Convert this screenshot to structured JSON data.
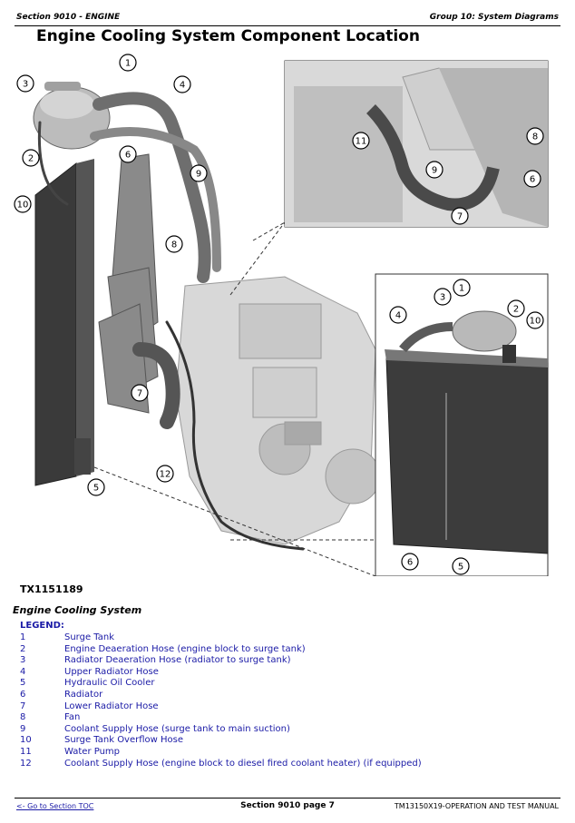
{
  "header": {
    "section": "Section 9010 - ENGINE",
    "group": "Group 10: System Diagrams"
  },
  "title": "Engine Cooling System Component Location",
  "figure": {
    "id": "TX1151189",
    "callouts": [
      "1",
      "2",
      "3",
      "4",
      "5",
      "6",
      "7",
      "8",
      "9",
      "10",
      "11",
      "12"
    ]
  },
  "caption": "Engine Cooling System",
  "legend": {
    "title": "LEGEND:",
    "items": [
      {
        "num": "1",
        "label": "Surge Tank"
      },
      {
        "num": "2",
        "label": "Engine Deaeration Hose (engine block to surge tank)"
      },
      {
        "num": "3",
        "label": "Radiator Deaeration Hose (radiator to surge tank)"
      },
      {
        "num": "4",
        "label": "Upper Radiator Hose"
      },
      {
        "num": "5",
        "label": "Hydraulic Oil Cooler"
      },
      {
        "num": "6",
        "label": "Radiator"
      },
      {
        "num": "7",
        "label": "Lower Radiator Hose"
      },
      {
        "num": "8",
        "label": "Fan"
      },
      {
        "num": "9",
        "label": "Coolant Supply Hose (surge tank to main suction)"
      },
      {
        "num": "10",
        "label": "Surge Tank Overflow Hose"
      },
      {
        "num": "11",
        "label": "Water Pump"
      },
      {
        "num": "12",
        "label": "Coolant Supply Hose (engine block to diesel fired coolant heater) (if equipped)"
      }
    ]
  },
  "footer": {
    "toc_link": "<- Go to Section TOC",
    "page": "Section 9010 page 7",
    "manual": "TM13150X19-OPERATION AND TEST MANUAL"
  }
}
